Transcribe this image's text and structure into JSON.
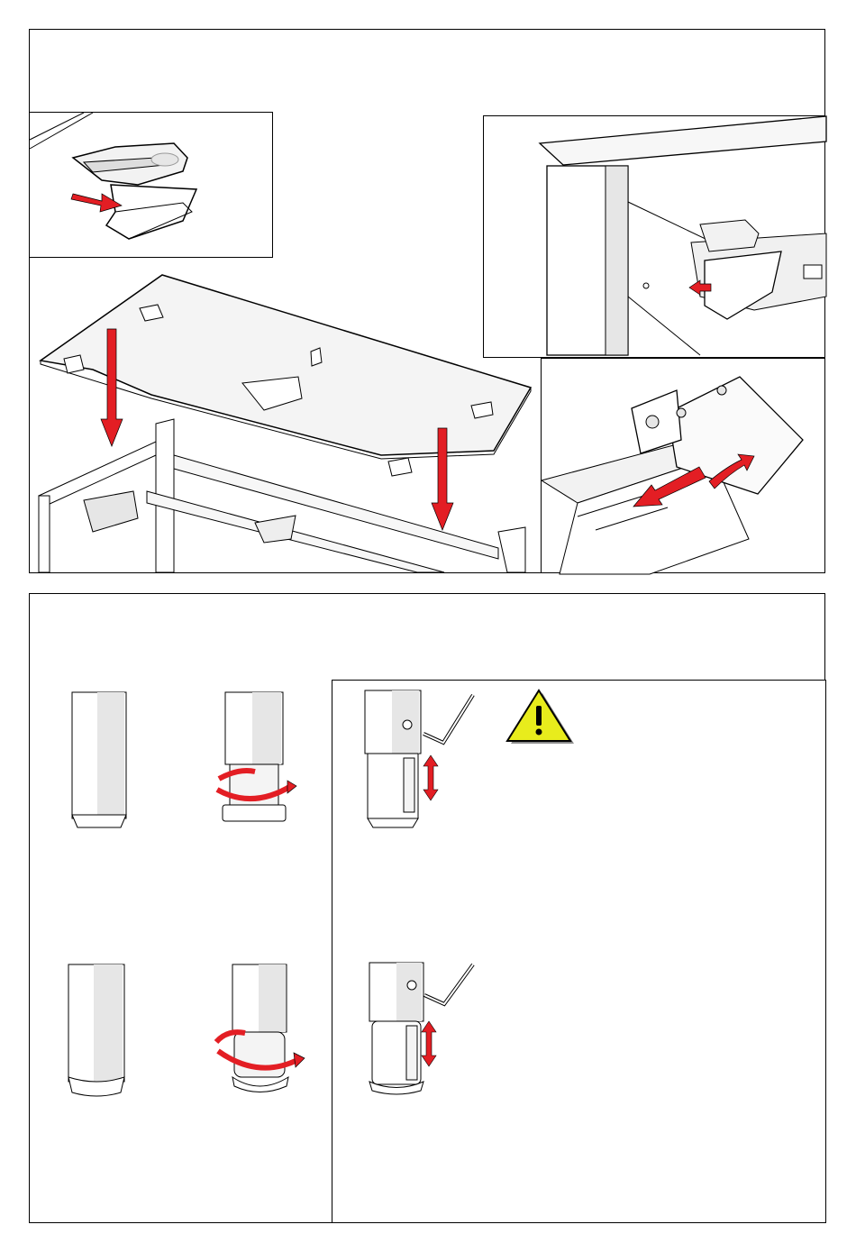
{
  "document": {
    "kind": "assembly-instructions-page",
    "colors": {
      "arrow_red": "#e31e24",
      "warning_yellow": "#e8ec1c",
      "leg_grey": "#e6e6e6",
      "line": "#000000"
    },
    "step_top": {
      "illustrations": [
        {
          "name": "clip-slide-in-detail",
          "icons": [
            "red-arrow-right-icon"
          ]
        },
        {
          "name": "clip-in-frame-detail",
          "icons": [
            "red-arrow-left-icon"
          ]
        },
        {
          "name": "tabletop-lowering-onto-frame",
          "icons": [
            "red-arrow-down-icon",
            "red-arrow-down-icon"
          ]
        },
        {
          "name": "clip-bracket-release-detail",
          "icons": [
            "red-arrow-diagonal-icon",
            "red-curved-arrow-icon"
          ]
        }
      ]
    },
    "step_bottom": {
      "illustrations": [
        {
          "name": "square-leg-plain",
          "icons": []
        },
        {
          "name": "square-leg-foot-rotate",
          "icons": [
            "red-rotate-arrow-icon"
          ]
        },
        {
          "name": "square-leg-height-adjust",
          "icons": [
            "hex-key-icon",
            "red-double-arrow-icon"
          ]
        },
        {
          "name": "round-leg-plain",
          "icons": []
        },
        {
          "name": "round-leg-foot-rotate",
          "icons": [
            "red-rotate-arrow-icon"
          ]
        },
        {
          "name": "round-leg-height-adjust",
          "icons": [
            "hex-key-icon",
            "red-double-arrow-icon"
          ]
        }
      ],
      "warning_icon": "warning-triangle-icon"
    }
  }
}
